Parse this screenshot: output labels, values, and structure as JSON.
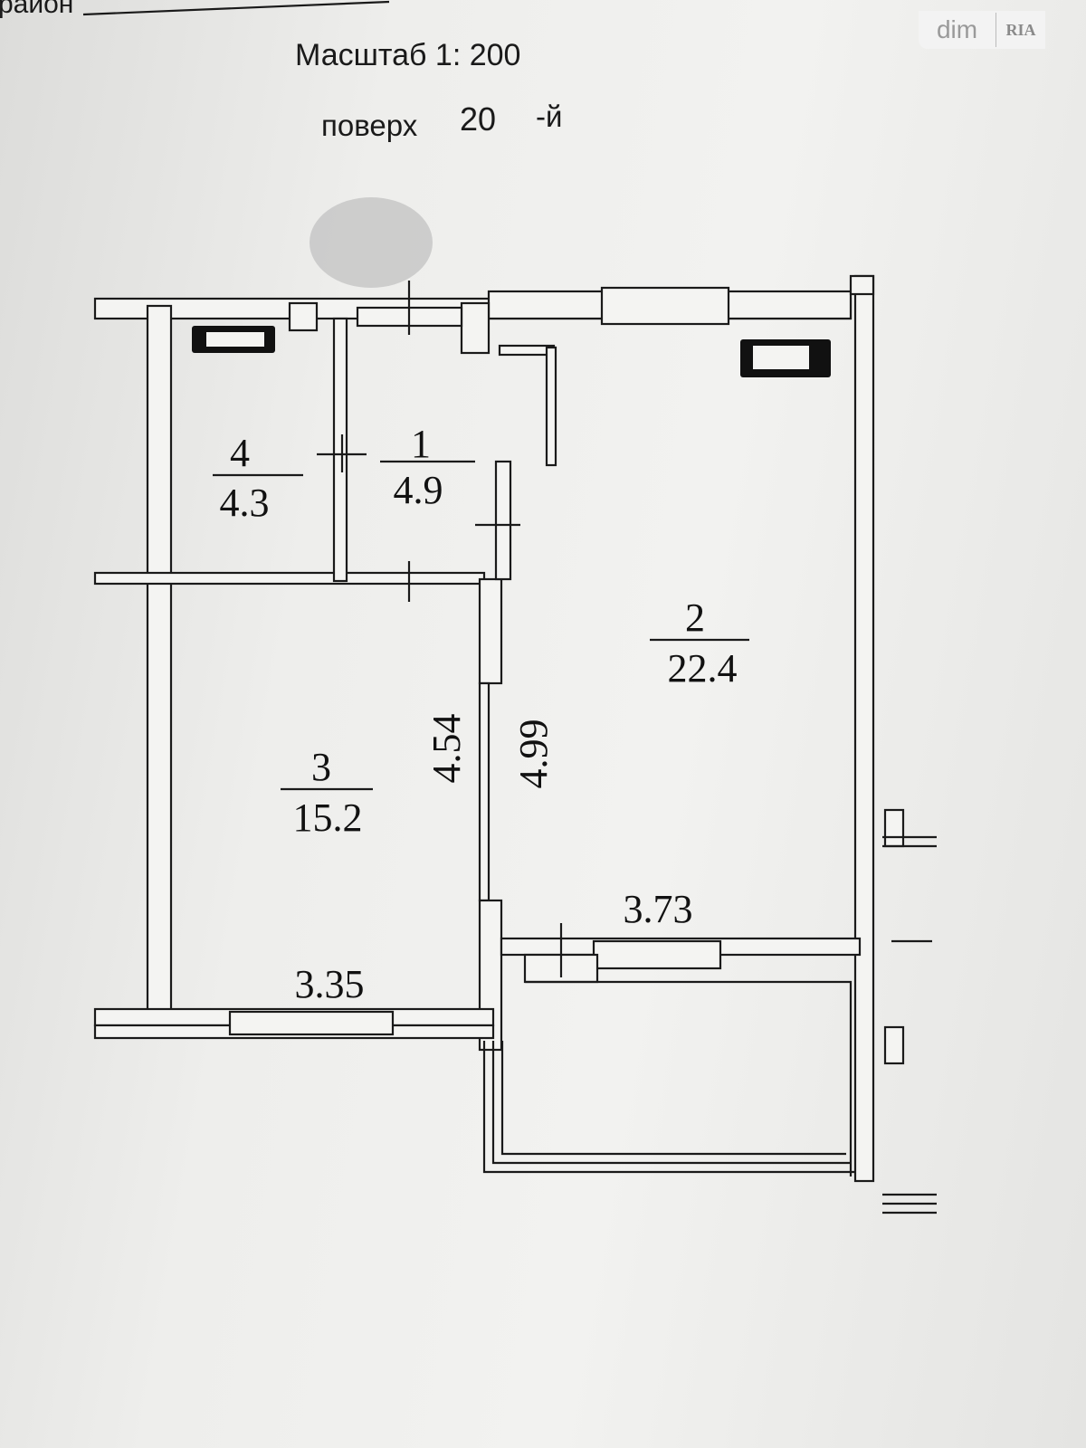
{
  "header": {
    "district_label": "район",
    "scale": "Масштаб 1: 200",
    "floor_label": "поверх",
    "floor_number": "20",
    "floor_suffix": "-й"
  },
  "watermark": {
    "left": "dim",
    "right": "RIA"
  },
  "rooms": [
    {
      "number": "1",
      "area": "4.9"
    },
    {
      "number": "2",
      "area": "22.4"
    },
    {
      "number": "3",
      "area": "15.2"
    },
    {
      "number": "4",
      "area": "4.3"
    }
  ],
  "dimensions": {
    "room3_height": "4.54",
    "room2_height": "4.99",
    "room2_width": "3.73",
    "room3_width": "3.35"
  }
}
